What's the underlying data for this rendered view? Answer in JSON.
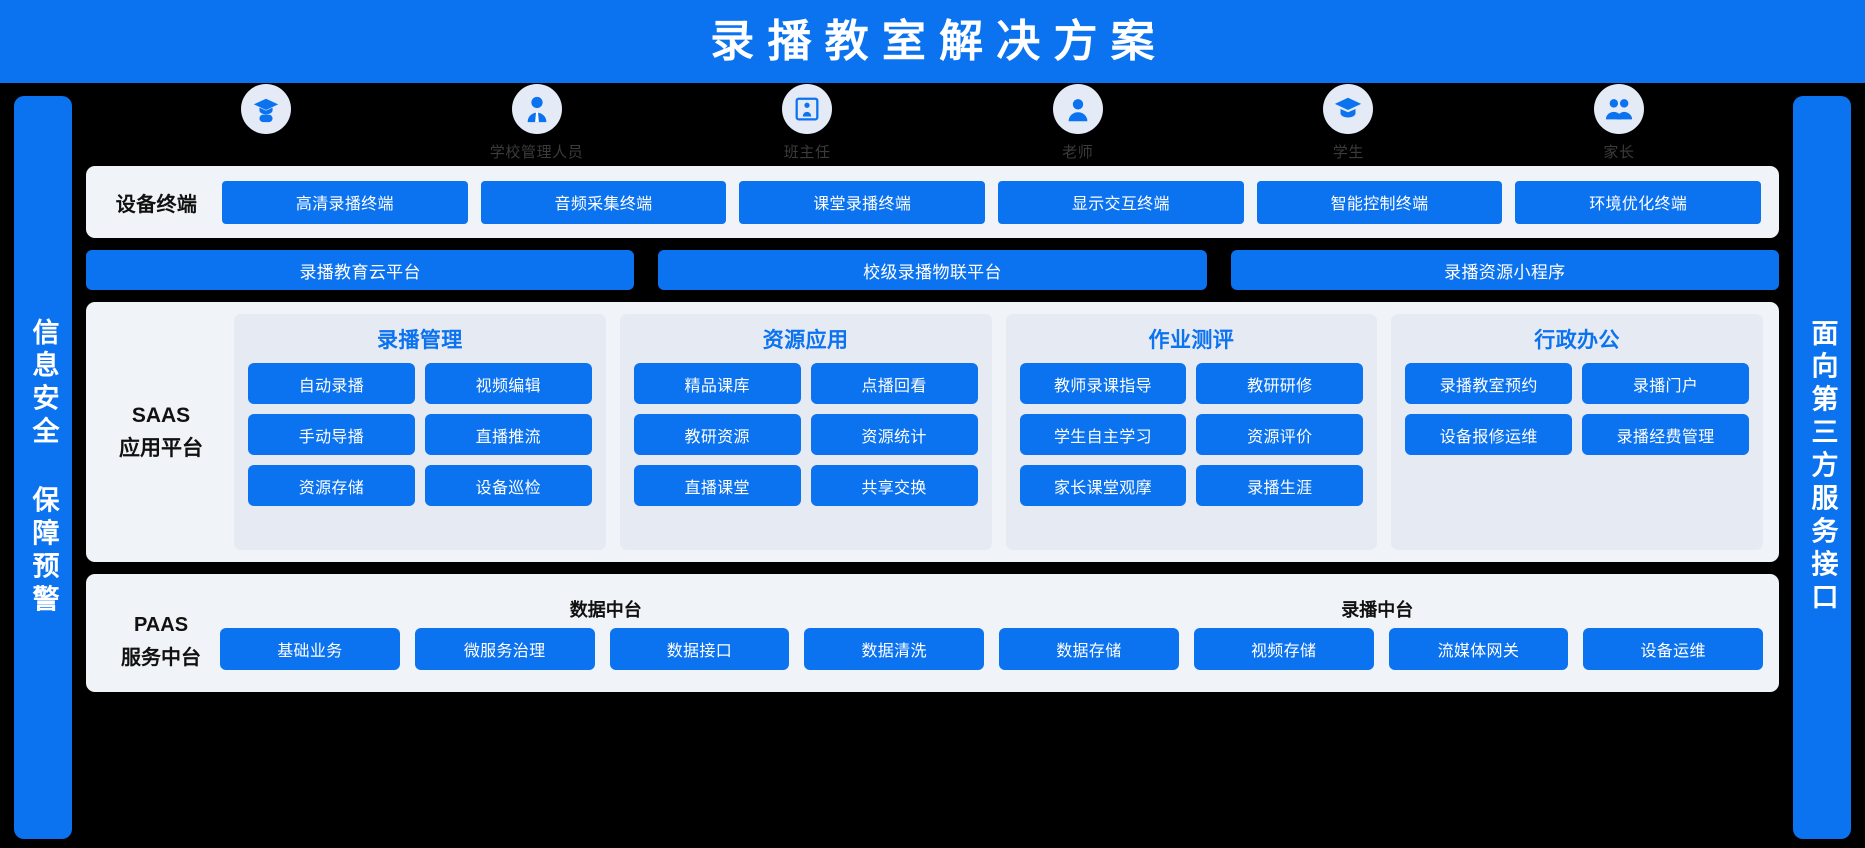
{
  "banner": {
    "title": "录播教室解决方案"
  },
  "colors": {
    "primary": "#0B72F0",
    "panel": "#F0F3F7",
    "group": "#E6EAF2",
    "background": "#000000"
  },
  "sidebars": {
    "left": {
      "text": "信息安全 保障预警"
    },
    "right": {
      "text": "面向第三方服务接口"
    }
  },
  "roles": [
    {
      "label": "",
      "icon": "graduate-icon"
    },
    {
      "label": "学校管理人员",
      "icon": "manager-icon"
    },
    {
      "label": "班主任",
      "icon": "teacher-board-icon"
    },
    {
      "label": "老师",
      "icon": "person-icon"
    },
    {
      "label": "学生",
      "icon": "student-cap-icon"
    },
    {
      "label": "家长",
      "icon": "parents-icon"
    }
  ],
  "devices": {
    "label": "设备终端",
    "items": [
      "高清录播终端",
      "音频采集终端",
      "课堂录播终端",
      "显示交互终端",
      "智能控制终端",
      "环境优化终端"
    ]
  },
  "platforms": [
    "录播教育云平台",
    "校级录播物联平台",
    "录播资源小程序"
  ],
  "saas": {
    "label_line1": "SAAS",
    "label_line2": "应用平台",
    "groups": [
      {
        "title": "录播管理",
        "items": [
          "自动录播",
          "视频编辑",
          "手动导播",
          "直播推流",
          "资源存储",
          "设备巡检"
        ]
      },
      {
        "title": "资源应用",
        "items": [
          "精品课库",
          "点播回看",
          "教研资源",
          "资源统计",
          "直播课堂",
          "共享交换"
        ]
      },
      {
        "title": "作业测评",
        "items": [
          "教师录课指导",
          "教研研修",
          "学生自主学习",
          "资源评价",
          "家长课堂观摩",
          "录播生涯"
        ]
      },
      {
        "title": "行政办公",
        "items": [
          "录播教室预约",
          "录播门户",
          "设备报修运维",
          "录播经费管理"
        ]
      }
    ]
  },
  "paas": {
    "label_line1": "PAAS",
    "label_line2": "服务中台",
    "headings": [
      "数据中台",
      "录播中台"
    ],
    "items": [
      "基础业务",
      "微服务治理",
      "数据接口",
      "数据清洗",
      "数据存储",
      "视频存储",
      "流媒体网关",
      "设备运维"
    ]
  }
}
